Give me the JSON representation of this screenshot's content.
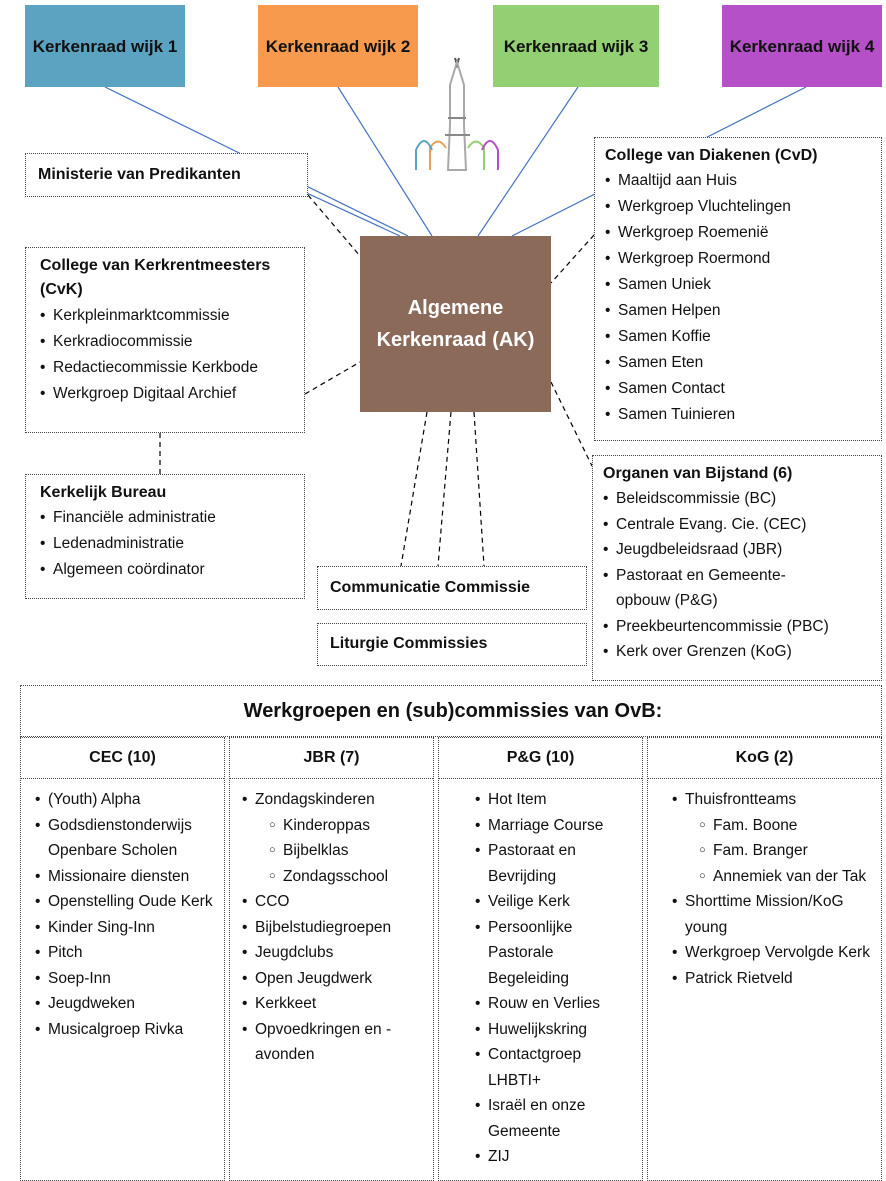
{
  "wijken": [
    {
      "label": "Kerkenraad wijk 1",
      "color": "#5ba3c0"
    },
    {
      "label": "Kerkenraad wijk 2",
      "color": "#f79a4d"
    },
    {
      "label": "Kerkenraad wijk 3",
      "color": "#93cf73"
    },
    {
      "label": "Kerkenraad wijk 4",
      "color": "#b550c8"
    }
  ],
  "ak": {
    "label": "Algemene Kerkenraad (AK)",
    "color": "#8b6a5a"
  },
  "ministerie": {
    "title": "Ministerie van Predikanten"
  },
  "cvk": {
    "title": "College van Kerkrentmeesters (CvK)",
    "items": [
      "Kerkpleinmarktcommissie",
      "Kerkradiocommissie",
      "Redactiecommissie Kerkbode",
      "Werkgroep Digitaal Archief"
    ]
  },
  "bureau": {
    "title": "Kerkelijk Bureau",
    "items": [
      "Financiële administratie",
      "Ledenadministratie",
      "Algemeen coördinator"
    ]
  },
  "communicatie": {
    "title": "Communicatie Commissie"
  },
  "liturgie": {
    "title": "Liturgie Commissies"
  },
  "cvd": {
    "title": "College van Diakenen (CvD)",
    "items": [
      "Maaltijd aan Huis",
      "Werkgroep Vluchtelingen",
      "Werkgroep Roemenië",
      "Werkgroep Roermond",
      "Samen Uniek",
      "Samen Helpen",
      "Samen Koffie",
      "Samen Eten",
      "Samen Contact",
      "Samen Tuinieren"
    ]
  },
  "ovb": {
    "title": "Organen van Bijstand (6)",
    "items": [
      "Beleidscommissie (BC)",
      "Centrale Evang. Cie. (CEC)",
      "Jeugdbeleidsraad (JBR)",
      "Pastoraat en Gemeente-opbouw (P&G)",
      "Preekbeurtencommissie (PBC)",
      "Kerk over Grenzen (KoG)"
    ]
  },
  "werkgroepen": {
    "title": "Werkgroepen en (sub)commissies van OvB:",
    "columns": [
      {
        "head": "CEC (10)",
        "items": [
          {
            "text": "(Youth) Alpha"
          },
          {
            "text": "Godsdienstonderwijs Openbare Scholen"
          },
          {
            "text": "Missionaire diensten"
          },
          {
            "text": "Openstelling Oude Kerk"
          },
          {
            "text": "Kinder Sing-Inn"
          },
          {
            "text": "Pitch"
          },
          {
            "text": "Soep-Inn"
          },
          {
            "text": "Jeugdweken"
          },
          {
            "text": "Musicalgroep Rivka"
          }
        ]
      },
      {
        "head": "JBR (7)",
        "items": [
          {
            "text": "Zondagskinderen",
            "sub": [
              "Kinderoppas",
              "Bijbelklas",
              "Zondagsschool"
            ]
          },
          {
            "text": "CCO"
          },
          {
            "text": "Bijbelstudiegroepen"
          },
          {
            "text": "Jeugdclubs"
          },
          {
            "text": "Open Jeugdwerk"
          },
          {
            "text": "Kerkkeet"
          },
          {
            "text": "Opvoedkringen en -avonden"
          }
        ]
      },
      {
        "head": "P&G (10)",
        "items": [
          {
            "text": "Hot Item"
          },
          {
            "text": "Marriage Course"
          },
          {
            "text": "Pastoraat en Bevrijding"
          },
          {
            "text": "Veilige Kerk"
          },
          {
            "text": "Persoonlijke Pastorale Begeleiding"
          },
          {
            "text": "Rouw en Verlies"
          },
          {
            "text": "Huwelijkskring"
          },
          {
            "text": "Contactgroep LHBTI+"
          },
          {
            "text": "Israël en onze Gemeente"
          },
          {
            "text": "ZIJ"
          }
        ]
      },
      {
        "head": "KoG (2)",
        "items": [
          {
            "text": "Thuisfrontteams",
            "sub": [
              "Fam. Boone",
              "Fam. Branger",
              "Annemiek van der Tak"
            ]
          },
          {
            "text": "Shorttime Mission/KoG young"
          },
          {
            "text": "Werkgroep Vervolgde Kerk"
          },
          {
            "text": "Patrick Rietveld"
          }
        ]
      }
    ]
  }
}
